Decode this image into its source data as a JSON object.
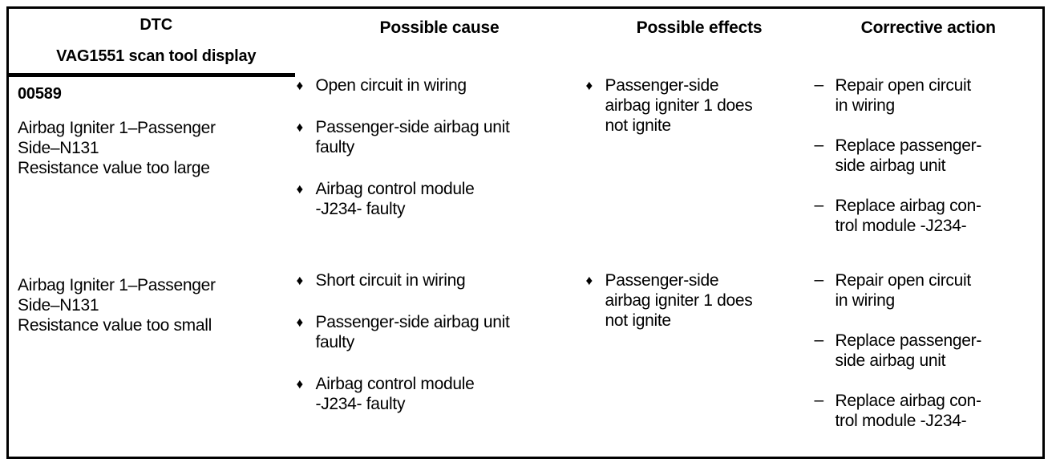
{
  "document": {
    "type": "diagnostic-trouble-code-table",
    "title": "DTC table"
  },
  "table": {
    "columns": [
      {
        "key": "dtc",
        "header_line1": "DTC",
        "header_line2": "VAG1551 scan tool display",
        "align": "left"
      },
      {
        "key": "possible_cause",
        "header_line1": "Possible cause",
        "align": "center"
      },
      {
        "key": "possible_effects",
        "header_line1": "Possible effects",
        "align": "center"
      },
      {
        "key": "corrective_action",
        "header_line1": "Corrective action",
        "align": "center"
      }
    ],
    "rows": [
      {
        "code": "00589",
        "description": "Airbag Igniter 1–Passenger\nSide–N131\nResistance value too large",
        "causes": [
          {
            "marker": "♦",
            "text": "Open circuit in wiring"
          },
          {
            "marker": "♦",
            "text": "Passenger-side airbag unit\nfaulty"
          },
          {
            "marker": "♦",
            "text": "Airbag control module\n-J234- faulty"
          }
        ],
        "effects": [
          {
            "marker": "♦",
            "text": "Passenger-side\nairbag igniter 1 does\nnot ignite"
          }
        ],
        "actions": [
          {
            "marker": "–",
            "text": "Repair open circuit\nin wiring"
          },
          {
            "marker": "–",
            "text": "Replace passenger-\nside airbag unit"
          },
          {
            "marker": "–",
            "text": "Replace airbag con-\ntrol module -J234-"
          }
        ]
      },
      {
        "code": "",
        "description": "Airbag Igniter 1–Passenger\nSide–N131\nResistance value too small",
        "causes": [
          {
            "marker": "♦",
            "text": "Short circuit in wiring"
          },
          {
            "marker": "♦",
            "text": "Passenger-side airbag unit\nfaulty"
          },
          {
            "marker": "♦",
            "text": "Airbag control module\n-J234- faulty"
          }
        ],
        "effects": [
          {
            "marker": "♦",
            "text": "Passenger-side\nairbag igniter 1 does\nnot ignite"
          }
        ],
        "actions": [
          {
            "marker": "–",
            "text": "Repair open circuit\nin wiring"
          },
          {
            "marker": "–",
            "text": "Replace passenger-\nside airbag unit"
          },
          {
            "marker": "–",
            "text": "Replace airbag con-\ntrol module -J234-"
          }
        ]
      }
    ]
  },
  "colors": {
    "ink": "#000000",
    "paper": "#ffffff"
  }
}
